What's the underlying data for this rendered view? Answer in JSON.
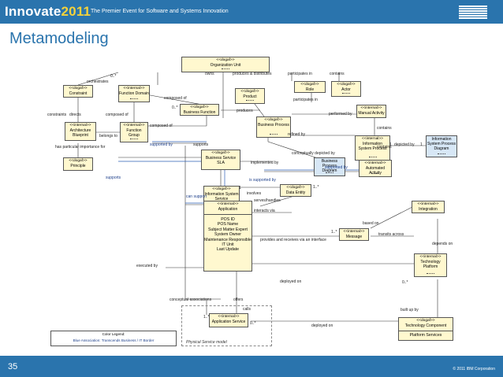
{
  "header": {
    "brand": "Innovate",
    "brand_year": "2011",
    "tagline": "The Premier Event for Software and Systems Innovation",
    "logo": "IBM"
  },
  "page_title": "Metamodeling",
  "boxes": {
    "org_unit": {
      "stereotype": "<<dogaf>>",
      "name": "Organization Unit"
    },
    "constraint": {
      "stereotype": "<<dogaf>>",
      "name": "Constraint"
    },
    "function_domain": {
      "stereotype": "<<internal>>",
      "name": "Function Domain"
    },
    "role": {
      "stereotype": "<<dogaf>>",
      "name": "Role"
    },
    "actor": {
      "stereotype": "<<dogaf>>",
      "name": "Actor"
    },
    "product": {
      "stereotype": "<<dogaf>>",
      "name": "Product"
    },
    "business_function": {
      "stereotype": "<<dogaf>>",
      "name": "Business Function"
    },
    "manual_activity": {
      "stereotype": "<<internal>>",
      "name": "Manual Activity"
    },
    "architecture_blueprint": {
      "stereotype": "<<internal>>",
      "name": "Architecture Blueprint"
    },
    "function_group": {
      "stereotype": "<<internal>>",
      "name": "Function Group"
    },
    "business_process": {
      "stereotype": "<<dogaf>>",
      "name": "Business Process"
    },
    "information_system_process": {
      "stereotype": "<<internal>>",
      "name": "Information System Process"
    },
    "information_system_process_diagram": {
      "stereotype": "",
      "name": "Information System Process Diagram"
    },
    "principle": {
      "stereotype": "<<dogaf>>",
      "name": "Principle"
    },
    "business_service": {
      "stereotype": "<<dogaf>>",
      "name": "Business Service",
      "attr": "SLA"
    },
    "business_process_diagram": {
      "stereotype": "",
      "name": "Business Process Diagram"
    },
    "automated_activity": {
      "stereotype": "<<internal>>",
      "name": "Automated Activity"
    },
    "information_system_service": {
      "stereotype": "<<dogaf>>",
      "name": "Information System Service"
    },
    "data_entity": {
      "stereotype": "<<dogaf>>",
      "name": "Data Entity"
    },
    "application": {
      "stereotype": "<<internal>>",
      "name": "Application",
      "attrs": [
        "POS ID",
        "POS Name",
        "Subject Matter Expert",
        "System Owner",
        "Maintenance Responsible",
        "IT Unit",
        "Last Update"
      ]
    },
    "integration": {
      "stereotype": "<<internal>>",
      "name": "Integration"
    },
    "message": {
      "stereotype": "<<internal>>",
      "name": "Message"
    },
    "technology_platform": {
      "stereotype": "<<internal>>",
      "name": "Technology Platform"
    },
    "application_service": {
      "stereotype": "<<internal>>",
      "name": "Application Service"
    },
    "technology_component": {
      "stereotype": "<<dogaf>>",
      "name": "Technology Component",
      "attr": "Platform Services"
    }
  },
  "relations": [
    "0..*",
    "orchestrates",
    "owns",
    "produces & distributes",
    "participates in",
    "contains",
    "participates in",
    "composed of",
    "0..*",
    "produces",
    "performed by",
    "constraints",
    "directs",
    "belongs to",
    "composed of",
    "contains",
    "refined by",
    "depicted by",
    "1",
    "1",
    "has particular importance for",
    "supported by",
    "supports",
    "conceptually depicted by",
    "implemented by",
    "contains",
    "supports",
    "is supported by",
    "supported by",
    "1",
    "involves",
    "1..*",
    "can support",
    "serves/handles",
    "interacts via",
    "1..*",
    "based on",
    "provides and receives via an interface",
    "transits across",
    "depends on",
    "executed by",
    "deployed on",
    "0..*",
    "conceptual associations",
    "offers",
    "calls",
    "1..*",
    "0..*",
    "deployed on",
    "built up by"
  ],
  "physical_model_label": "Physical Service model",
  "legend": {
    "title": "Color Legend:",
    "entry": "Blue Association: Transcends Business / IT Border"
  },
  "footer": {
    "page_number": "35",
    "copyright": "© 2011 IBM Corporation"
  }
}
